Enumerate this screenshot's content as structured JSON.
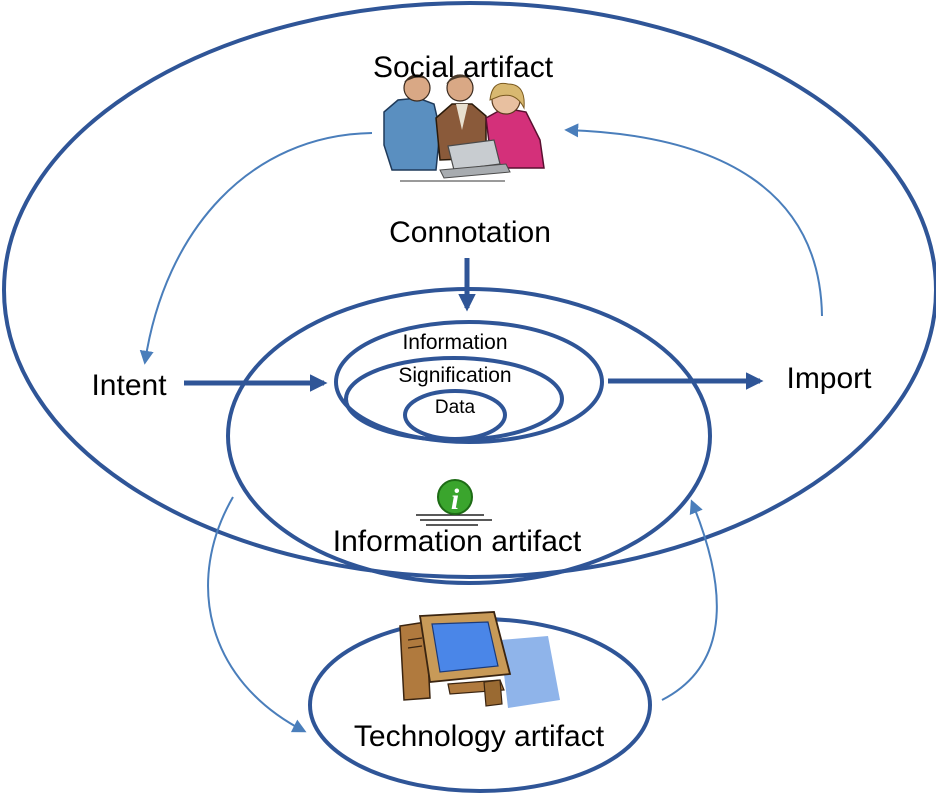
{
  "labels": {
    "social": "Social artifact",
    "connotation": "Connotation",
    "intent": "Intent",
    "import": "Import",
    "information": "Information",
    "signification": "Signification",
    "data": "Data",
    "information_artifact": "Information artifact",
    "technology": "Technology artifact"
  },
  "icons": {
    "people": "people-group-illustration",
    "info": "info-icon",
    "computer": "computer-icon"
  },
  "colors": {
    "ellipse_stroke": "#2f5597",
    "arrow_light": "#4a7ebb",
    "info_green": "#3aa52d"
  }
}
